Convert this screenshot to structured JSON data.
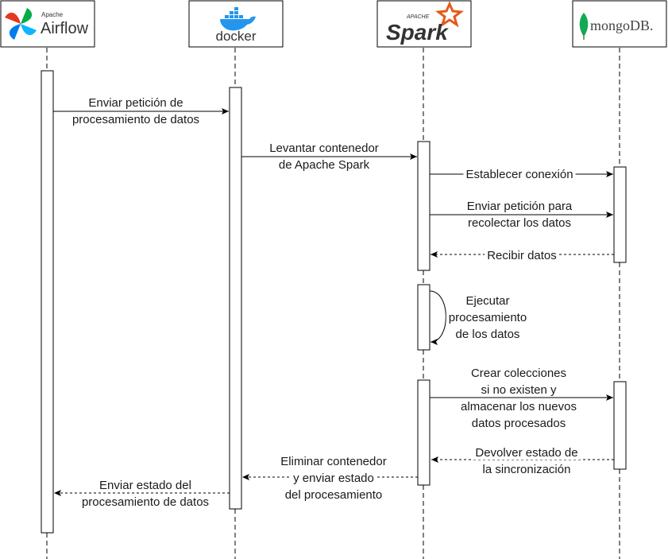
{
  "participants": [
    {
      "id": "airflow",
      "brand_small": "Apache",
      "brand": "Airflow"
    },
    {
      "id": "docker",
      "brand": "docker"
    },
    {
      "id": "spark",
      "brand_small": "APACHE",
      "brand": "Spark"
    },
    {
      "id": "mongodb",
      "brand": "mongoDB."
    }
  ],
  "messages": {
    "m1": [
      "Enviar petición de",
      "procesamiento de datos"
    ],
    "m2": [
      "Levantar contenedor",
      "de Apache Spark"
    ],
    "m3": [
      "Establecer conexión"
    ],
    "m4": [
      "Enviar petición para",
      "recolectar los datos"
    ],
    "m5": [
      "Recibir datos"
    ],
    "m6": [
      "Ejecutar",
      "procesamiento",
      "de los datos"
    ],
    "m7": [
      "Crear colecciones",
      "si no existen y",
      "almacenar los nuevos",
      "datos procesados"
    ],
    "m8": [
      "Devolver estado de",
      "la sincronización"
    ],
    "m9": [
      "Eliminar contenedor",
      "y enviar estado",
      "del procesamiento"
    ],
    "m10": [
      "Enviar estado del",
      "procesamiento de datos"
    ]
  },
  "colors": {
    "airflow_red": "#e43921",
    "airflow_teal": "#00ad46",
    "airflow_blue": "#0cb6ff",
    "airflow_navy": "#017cee",
    "docker_blue": "#2496ed",
    "docker_dark": "#394d54",
    "spark_orange": "#e25a1c",
    "spark_dark": "#3c3a3e",
    "mongo_green": "#13aa52",
    "mongo_dark_green": "#3e8e3e"
  }
}
